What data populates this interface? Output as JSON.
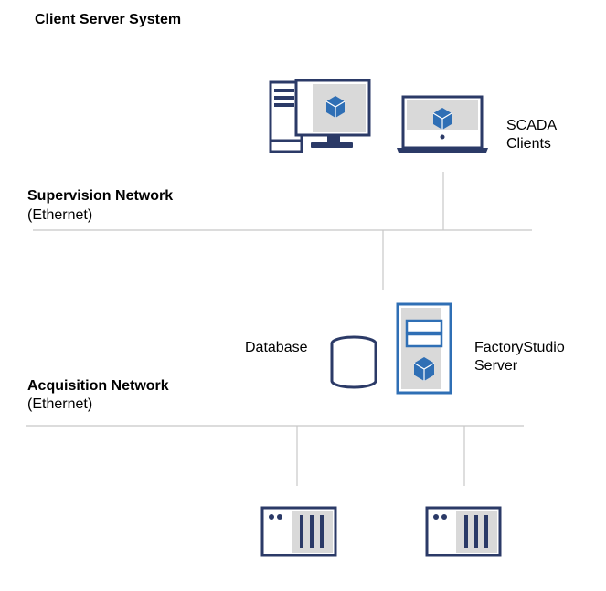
{
  "title": "Client Server System",
  "supervision_network": {
    "name": "Supervision Network",
    "medium": "(Ethernet)"
  },
  "acquisition_network": {
    "name": "Acquisition Network",
    "medium": "(Ethernet)"
  },
  "scada_clients": {
    "line1": "SCADA",
    "line2": "Clients"
  },
  "database": {
    "label": "Database"
  },
  "server": {
    "line1": "FactoryStudio",
    "line2": "Server"
  },
  "colors": {
    "navy": "#2b3a67",
    "blue": "#2f6fb5",
    "light_gray": "#d9d9d9",
    "line": "#c8c8c8"
  }
}
